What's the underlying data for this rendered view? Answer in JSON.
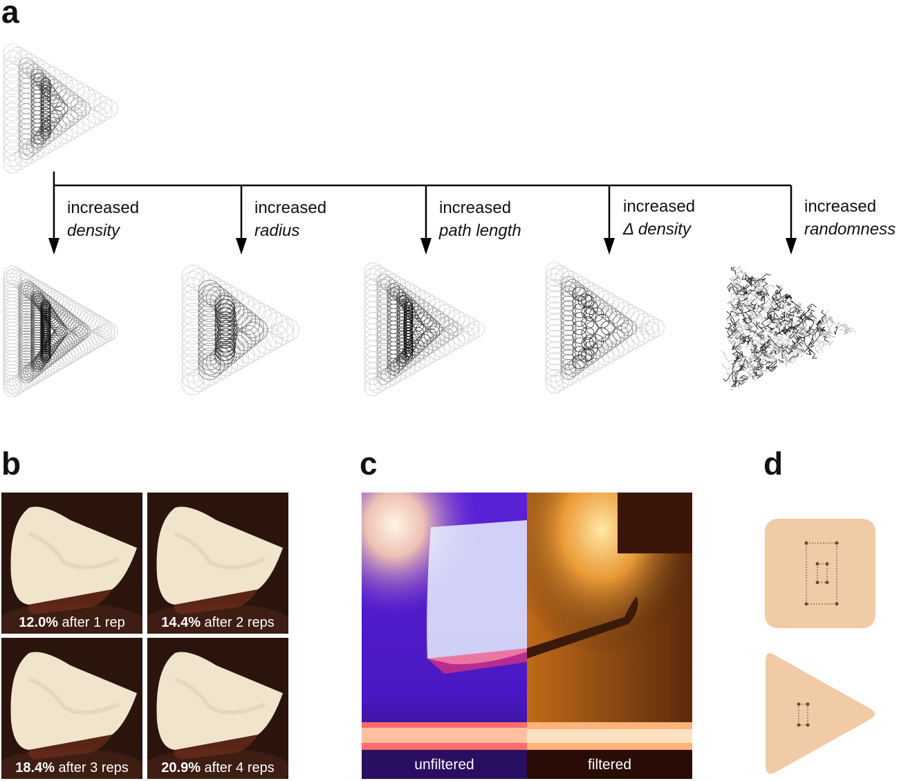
{
  "panels": {
    "a": "a",
    "b": "b",
    "c": "c",
    "d": "d"
  },
  "panel_a": {
    "branches": [
      {
        "line1": "increased",
        "line2": "density"
      },
      {
        "line1": "increased",
        "line2": "radius"
      },
      {
        "line1": "increased",
        "line2": "path length"
      },
      {
        "line1": "increased",
        "line2": "Δ density"
      },
      {
        "line1": "increased",
        "line2": "randomness"
      }
    ]
  },
  "panel_b": {
    "tiles": [
      {
        "value": "12.0%",
        "suffix": " after 1 rep"
      },
      {
        "value": "14.4%",
        "suffix": " after 2 reps"
      },
      {
        "value": "18.4%",
        "suffix": " after 3 reps"
      },
      {
        "value": "20.9%",
        "suffix": " after 4 reps"
      }
    ]
  },
  "panel_c": {
    "left_label": "unfiltered",
    "right_label": "filtered"
  },
  "colors": {
    "skin": "#f1cba5",
    "dot": "#6b4a35",
    "uv_left": "#5a22d8",
    "filtered_right": "#b0560f",
    "photo_bg": "#3a1c12"
  }
}
